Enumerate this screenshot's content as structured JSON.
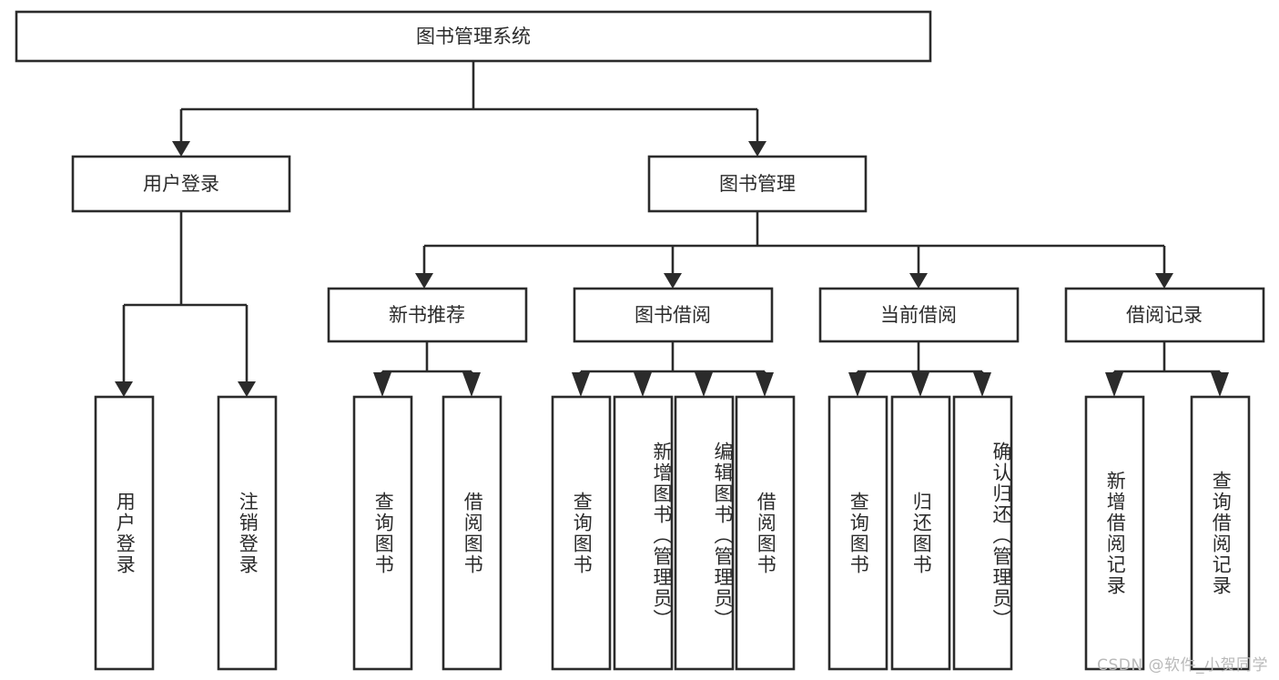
{
  "diagram": {
    "title": "图书管理系统",
    "type": "tree",
    "orientation": "top-down",
    "background_color": "#ffffff",
    "line_color": "#2b2b2b",
    "box_fill": "#ffffff",
    "text_color": "#2b2b2b",
    "root": {
      "id": "root",
      "label": "图书管理系统",
      "level": 0,
      "orientation": "horizontal"
    },
    "level1": [
      {
        "id": "user-login",
        "label": "用户登录",
        "level": 1,
        "orientation": "horizontal"
      },
      {
        "id": "book-manage",
        "label": "图书管理",
        "level": 1,
        "orientation": "horizontal"
      }
    ],
    "level2": [
      {
        "id": "new-book-recommend",
        "label": "新书推荐",
        "level": 2,
        "parent": "book-manage",
        "orientation": "horizontal"
      },
      {
        "id": "book-borrow",
        "label": "图书借阅",
        "level": 2,
        "parent": "book-manage",
        "orientation": "horizontal"
      },
      {
        "id": "current-borrow",
        "label": "当前借阅",
        "level": 2,
        "parent": "book-manage",
        "orientation": "horizontal"
      },
      {
        "id": "borrow-record",
        "label": "借阅记录",
        "level": 2,
        "parent": "book-manage",
        "orientation": "horizontal"
      }
    ],
    "leaves": [
      {
        "id": "leaf-user-login",
        "label": "用户登录",
        "parent": "user-login",
        "orientation": "vertical"
      },
      {
        "id": "leaf-user-logout",
        "label": "注销登录",
        "parent": "user-login",
        "orientation": "vertical"
      },
      {
        "id": "leaf-query-book-1",
        "label": "查询图书",
        "parent": "new-book-recommend",
        "orientation": "vertical"
      },
      {
        "id": "leaf-borrow-book-1",
        "label": "借阅图书",
        "parent": "new-book-recommend",
        "orientation": "vertical"
      },
      {
        "id": "leaf-query-book-2",
        "label": "查询图书",
        "parent": "book-borrow",
        "orientation": "vertical"
      },
      {
        "id": "leaf-add-book",
        "label": "新增图书（管理员）",
        "parent": "book-borrow",
        "orientation": "vertical"
      },
      {
        "id": "leaf-edit-book",
        "label": "编辑图书（管理员）",
        "parent": "book-borrow",
        "orientation": "vertical"
      },
      {
        "id": "leaf-borrow-book-2",
        "label": "借阅图书",
        "parent": "book-borrow",
        "orientation": "vertical"
      },
      {
        "id": "leaf-query-book-3",
        "label": "查询图书",
        "parent": "current-borrow",
        "orientation": "vertical"
      },
      {
        "id": "leaf-return-book",
        "label": "归还图书",
        "parent": "current-borrow",
        "orientation": "vertical"
      },
      {
        "id": "leaf-confirm-return",
        "label": "确认归还（管理员）",
        "parent": "current-borrow",
        "orientation": "vertical"
      },
      {
        "id": "leaf-add-record",
        "label": "新增借阅记录",
        "parent": "borrow-record",
        "orientation": "vertical"
      },
      {
        "id": "leaf-query-record",
        "label": "查询借阅记录",
        "parent": "borrow-record",
        "orientation": "vertical"
      }
    ]
  },
  "watermark": {
    "text": "CSDN @软件_小贺同学"
  }
}
